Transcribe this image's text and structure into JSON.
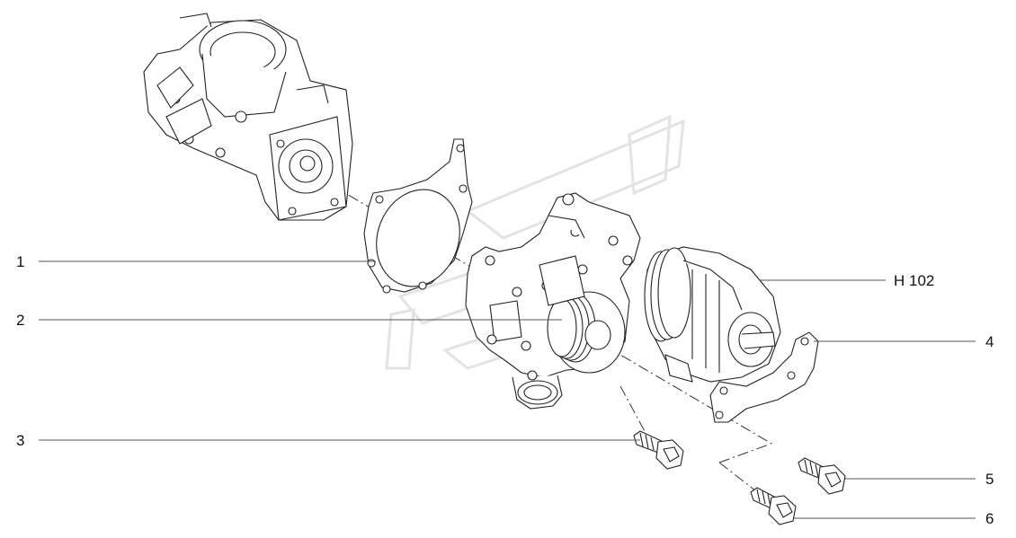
{
  "callouts": {
    "c1": "1",
    "c2": "2",
    "c3": "3",
    "c4": "4",
    "c5": "5",
    "c6": "6",
    "ref": "H 102"
  },
  "colors": {
    "ink": "#222222",
    "leader": "#555555",
    "watermark": "#e6e6e6",
    "background": "#ffffff"
  },
  "watermark": {
    "style": "stylized-logo"
  }
}
